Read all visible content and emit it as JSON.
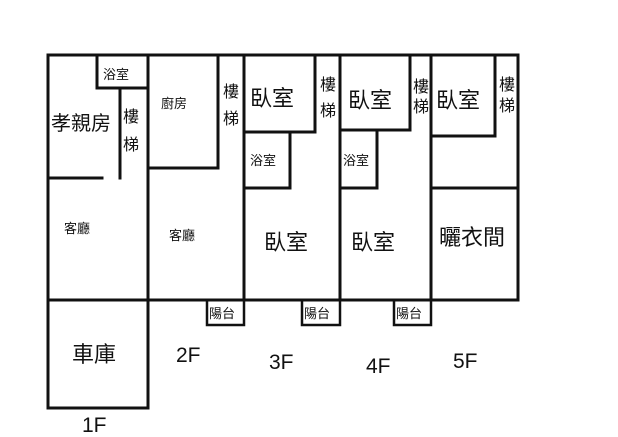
{
  "floors": {
    "f1": {
      "label": "1F",
      "bathroom": "浴室",
      "parents_room": "孝親房",
      "stairs_top": "樓",
      "stairs_bottom": "梯",
      "living_room": "客廳",
      "garage": "車庫"
    },
    "f2": {
      "label": "2F",
      "kitchen": "廚房",
      "stairs_top": "樓",
      "stairs_bottom": "梯",
      "living_room": "客廳",
      "balcony": "陽台"
    },
    "f3": {
      "label": "3F",
      "bedroom_top": "臥室",
      "stairs_top": "樓",
      "stairs_bottom": "梯",
      "bathroom": "浴室",
      "bedroom_bottom": "臥室",
      "balcony": "陽台"
    },
    "f4": {
      "label": "4F",
      "bedroom_top": "臥室",
      "stairs_top": "樓",
      "stairs_bottom": "梯",
      "bathroom": "浴室",
      "bedroom_bottom": "臥室",
      "balcony": "陽台"
    },
    "f5": {
      "label": "5F",
      "bedroom_top": "臥室",
      "stairs_top": "樓",
      "stairs_bottom": "梯",
      "drying_room": "曬衣間"
    }
  }
}
